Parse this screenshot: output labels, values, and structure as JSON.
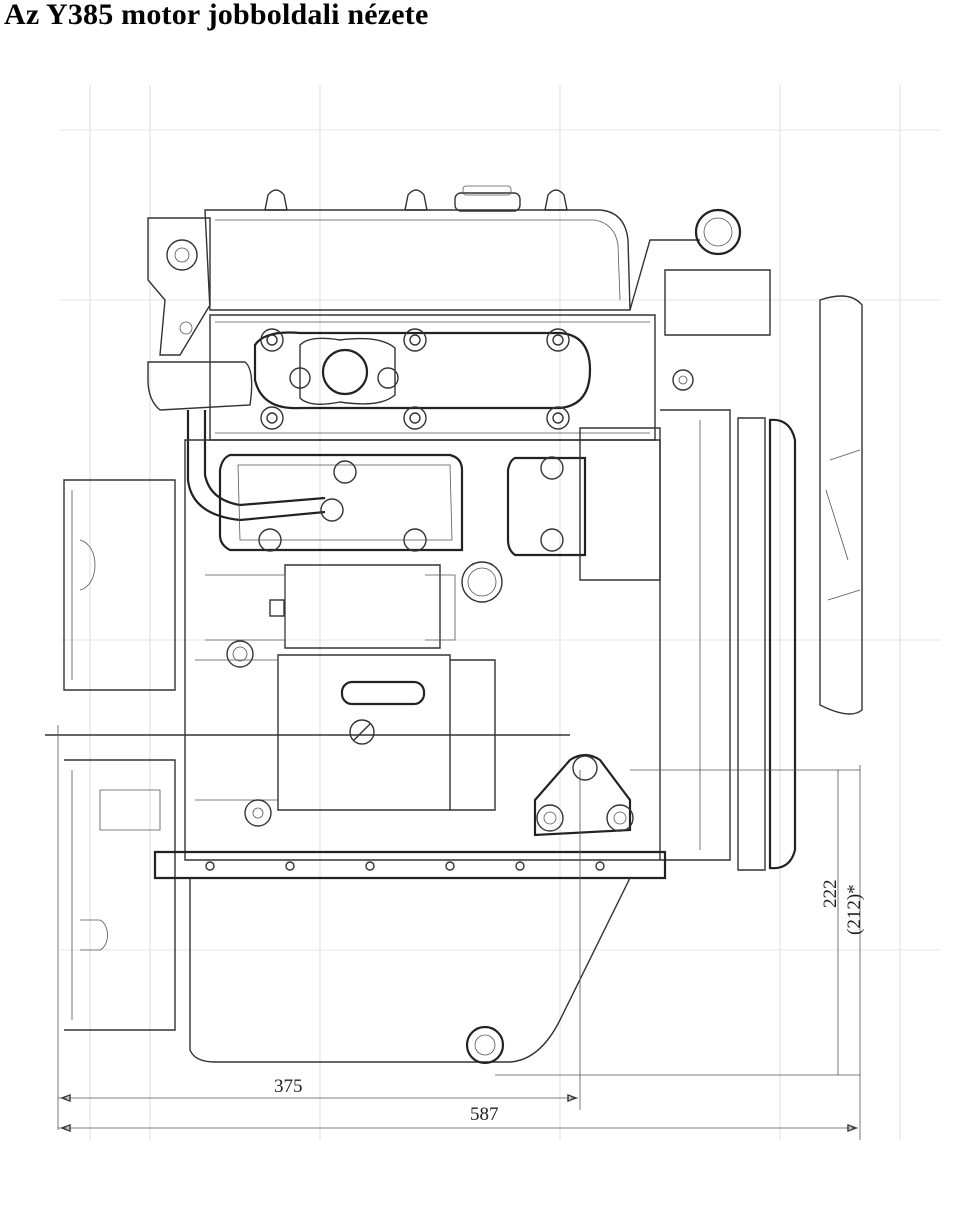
{
  "title": "Az Y385 motor jobboldali nézete",
  "dimensions": {
    "d375": "375",
    "d587": "587",
    "d222": "222",
    "d212": "(212)*"
  }
}
